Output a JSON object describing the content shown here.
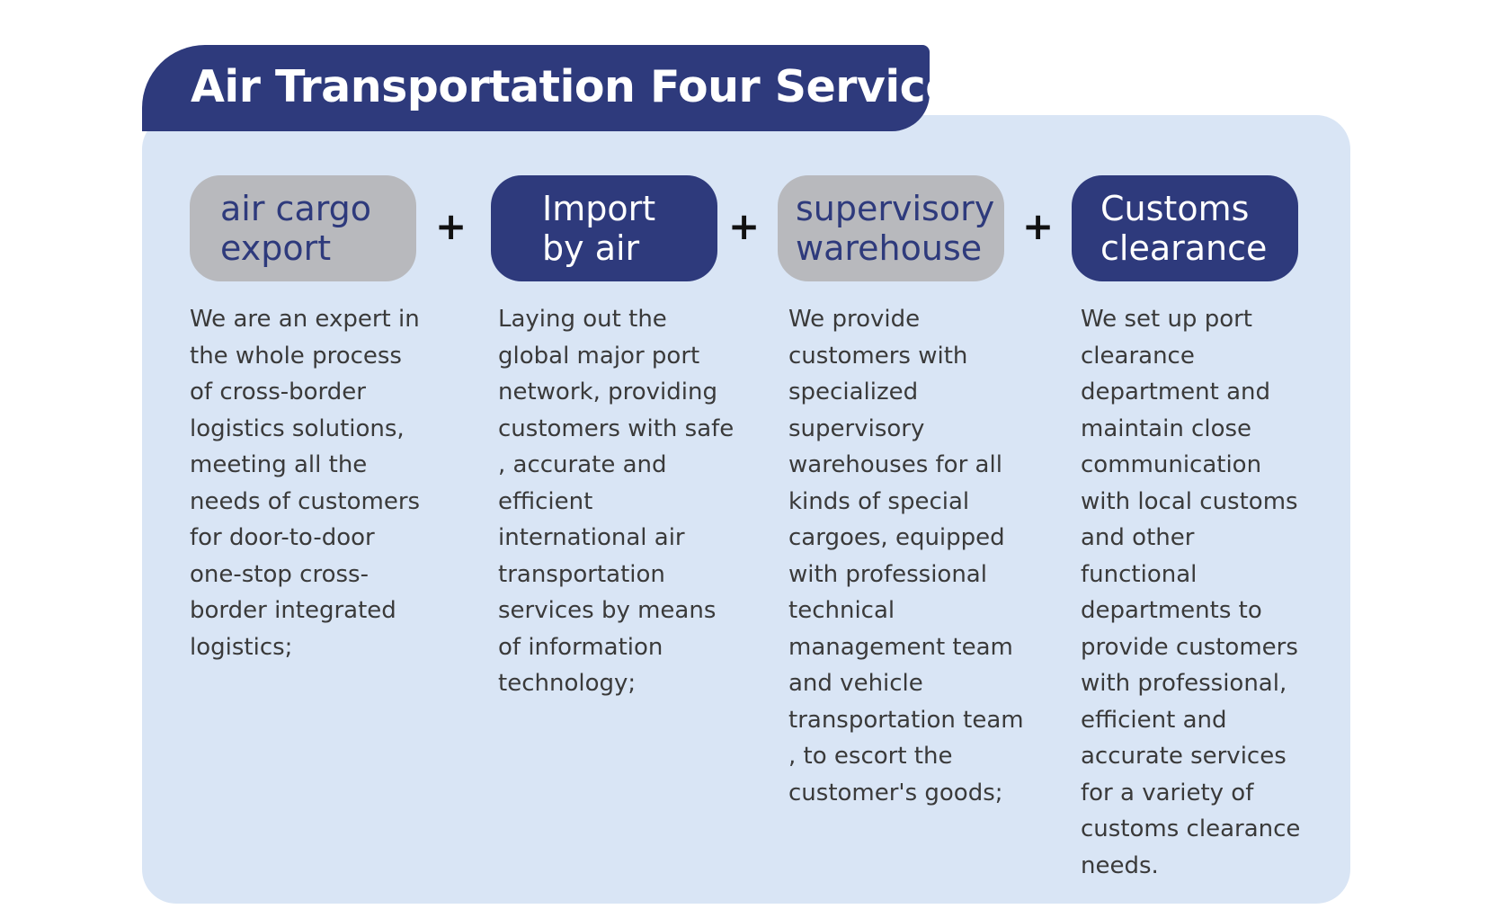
{
  "title": "Air Transportation Four Services",
  "plus_sign": "+",
  "services": [
    {
      "label_line1": "air cargo",
      "label_line2": "export",
      "style": "grey",
      "description": "We are an expert in\n the whole process\nof cross-border\nlogistics solutions,\nmeeting all the\nneeds of customers\n for door-to-door\none-stop cross-\nborder integrated\nlogistics;"
    },
    {
      "label_line1": "Import",
      "label_line2": "by air",
      "style": "navy",
      "description": "Laying out the\nglobal major port\nnetwork, providing\ncustomers with safe\n, accurate and\nefficient\ninternational air\ntransportation\nservices by means\nof information\ntechnology;"
    },
    {
      "label_line1": "supervisory",
      "label_line2": "warehouse",
      "style": "grey",
      "description": "We provide\ncustomers with\nspecialized\nsupervisory\nwarehouses for all\nkinds of special\ncargoes, equipped\nwith professional\ntechnical\nmanagement team\nand vehicle\ntransportation team\n, to escort the\ncustomer's goods;"
    },
    {
      "label_line1": "Customs",
      "label_line2": "clearance",
      "style": "navy",
      "description": "We set up port\nclearance\ndepartment and\nmaintain close\ncommunication\nwith local customs\nand other\nfunctional\ndepartments to\nprovide customers\nwith professional,\nefficient and\naccurate services\nfor a variety of\ncustoms clearance\nneeds."
    }
  ],
  "colors": {
    "navy": "#2e3a7c",
    "grey_pill": "#b8b9bd",
    "panel_bg": "#d9e5f5",
    "body_text": "#3a3a3a"
  }
}
